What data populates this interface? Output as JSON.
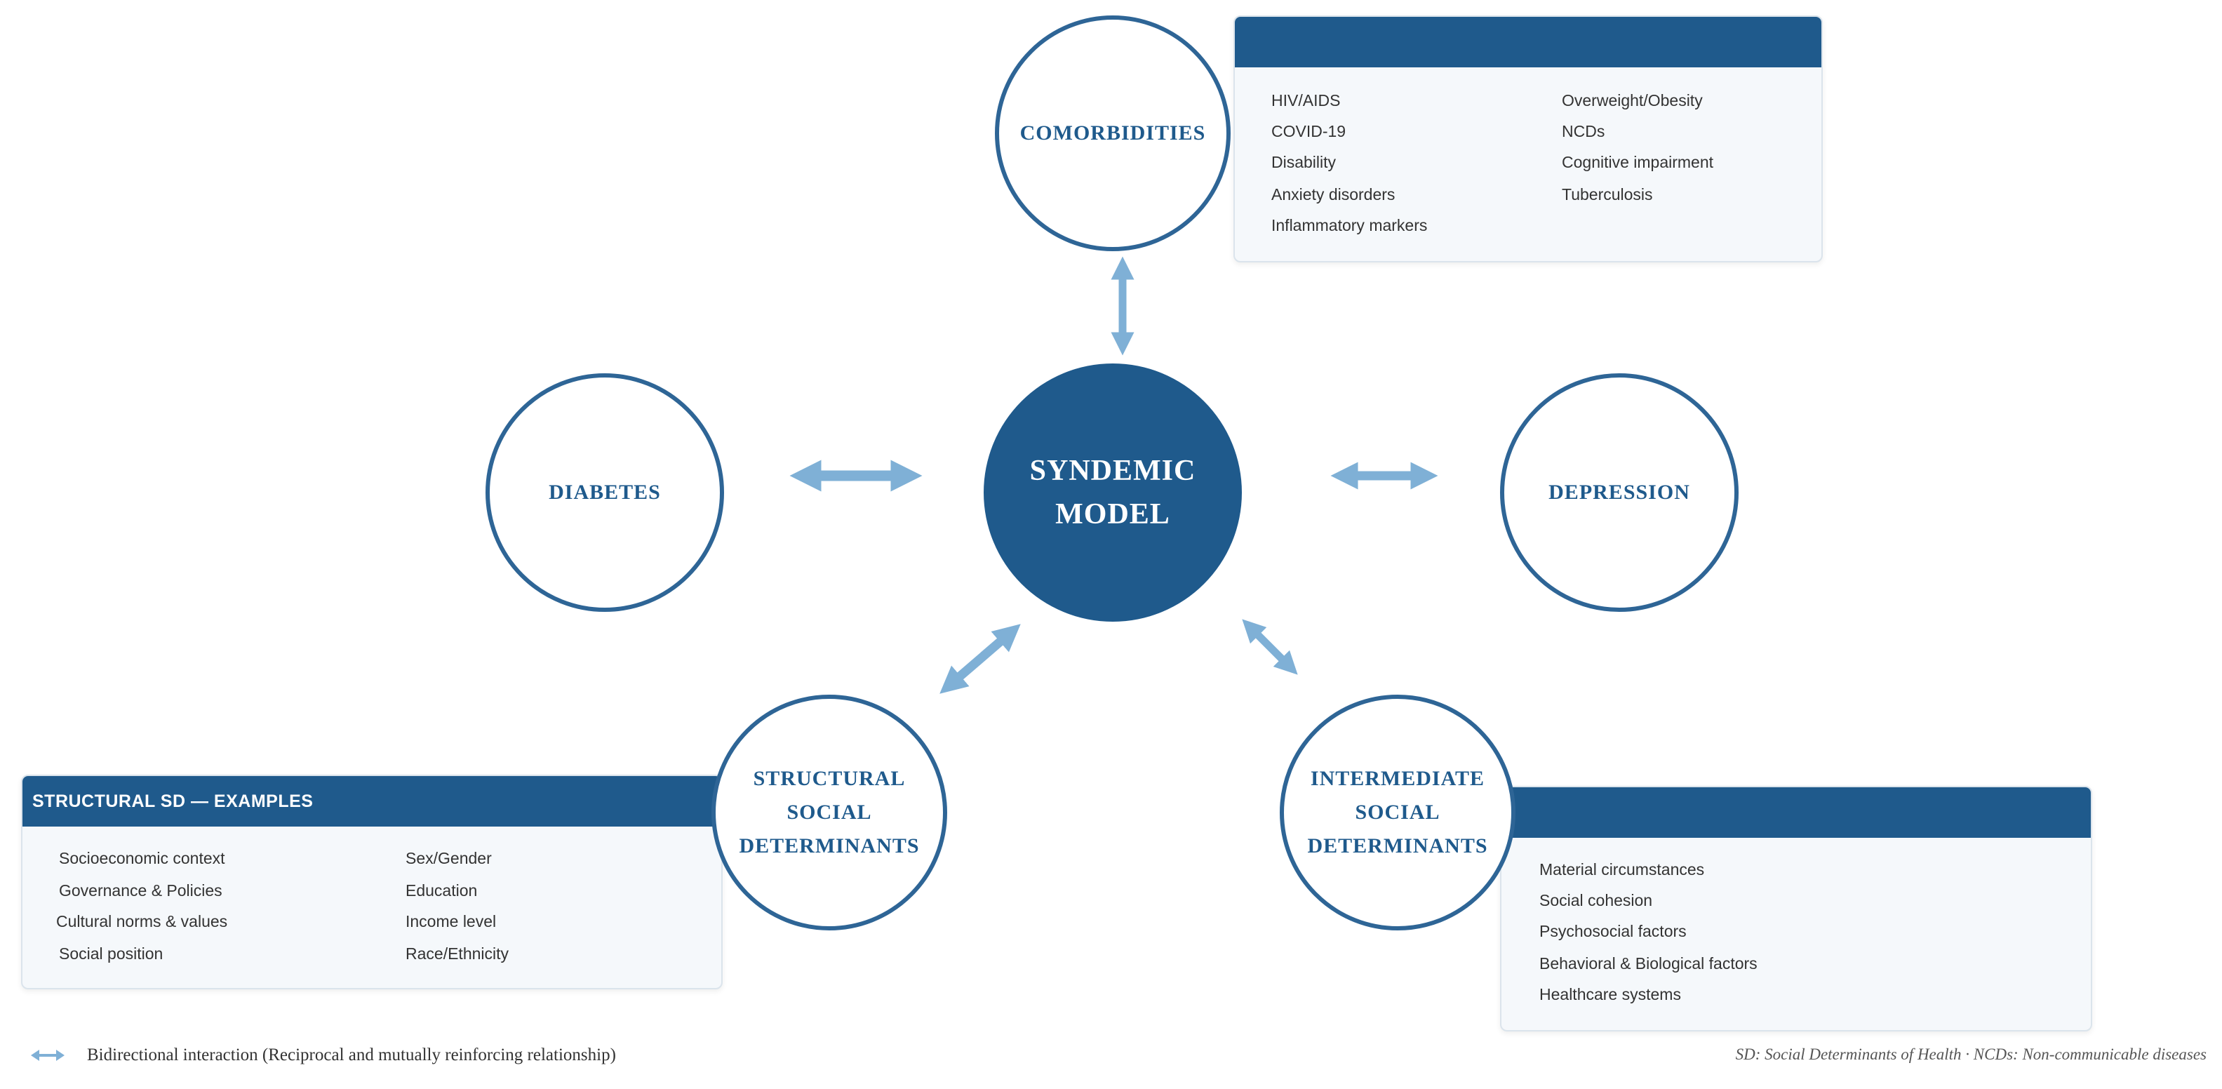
{
  "center": {
    "line1": "SYNDEMIC",
    "line2": "MODEL"
  },
  "nodes": {
    "comorbidities": "COMORBIDITIES",
    "diabetes": "DIABETES",
    "depression": "DEPRESSION",
    "structural": {
      "line1": "STRUCTURAL",
      "line2": "SOCIAL",
      "line3": "DETERMINANTS"
    },
    "intermediate": {
      "line1": "INTERMEDIATE",
      "line2": "SOCIAL",
      "line3": "DETERMINANTS"
    }
  },
  "comorbidities_box": {
    "title": "",
    "left": [
      "HIV/AIDS",
      "COVID-19",
      "Disability",
      "Anxiety disorders",
      "Inflammatory markers"
    ],
    "right": [
      "Overweight/Obesity",
      "NCDs",
      "Cognitive impairment",
      "Tuberculosis"
    ]
  },
  "structural_box": {
    "title": "STRUCTURAL SD — EXAMPLES",
    "left": [
      "Socioeconomic context",
      "Governance & Policies",
      "Cultural norms & values",
      "Social position"
    ],
    "right": [
      "Sex/Gender",
      "Education",
      "Income level",
      "Race/Ethnicity"
    ]
  },
  "intermediate_box": {
    "title": "",
    "items": [
      "Material circumstances",
      "Social cohesion",
      "Psychosocial factors",
      "Behavioral & Biological factors",
      "Healthcare systems"
    ]
  },
  "legend": {
    "icon": "bidirectional-arrow-icon",
    "text": "Bidirectional interaction (Reciprocal and mutually reinforcing relationship)"
  },
  "footnote": "SD: Social Determinants of Health · NCDs: Non-communicable diseases",
  "colors": {
    "primary": "#1f5a8c",
    "circle_border": "#2e6596",
    "arrow": "#7fb0d6",
    "box_bg": "#f5f8fb"
  }
}
